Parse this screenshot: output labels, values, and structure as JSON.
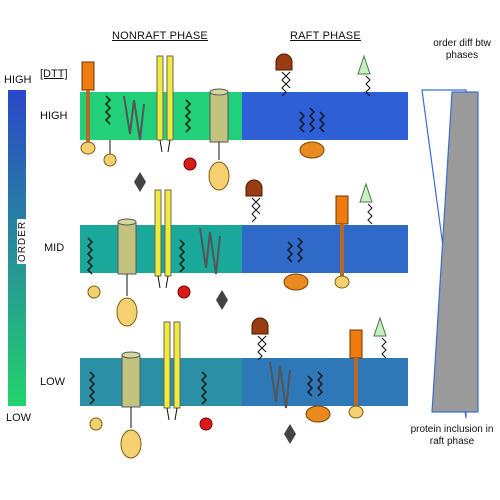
{
  "headers": {
    "nonraft": "NONRAFT PHASE",
    "raft": "RAFT PHASE",
    "dtt": "[DTT]"
  },
  "scale": {
    "top": "HIGH",
    "middle": "ORDER",
    "bottom": "LOW"
  },
  "rows": [
    {
      "label": "HIGH",
      "nonraft_color": "#22d07a",
      "raft_color": "#2f5fd6"
    },
    {
      "label": "MID",
      "nonraft_color": "#1aa89a",
      "raft_color": "#2f6ac8"
    },
    {
      "label": "LOW",
      "nonraft_color": "#2b8fa6",
      "raft_color": "#2e78b8"
    }
  ],
  "right_notes": {
    "top": "order diff btw phases",
    "bottom": "protein inclusion in raft phase"
  },
  "colors": {
    "scale_top": "#2a46c8",
    "scale_bottom": "#23d46c",
    "wedge": "#9a9a9a",
    "orange_protein": "#f07a10",
    "yellow_helix": "#f2ea3a",
    "olive_cylinder": "#c2c47e",
    "raft_dome": "#9a3c12",
    "mint_cone": "#c8eec2"
  }
}
